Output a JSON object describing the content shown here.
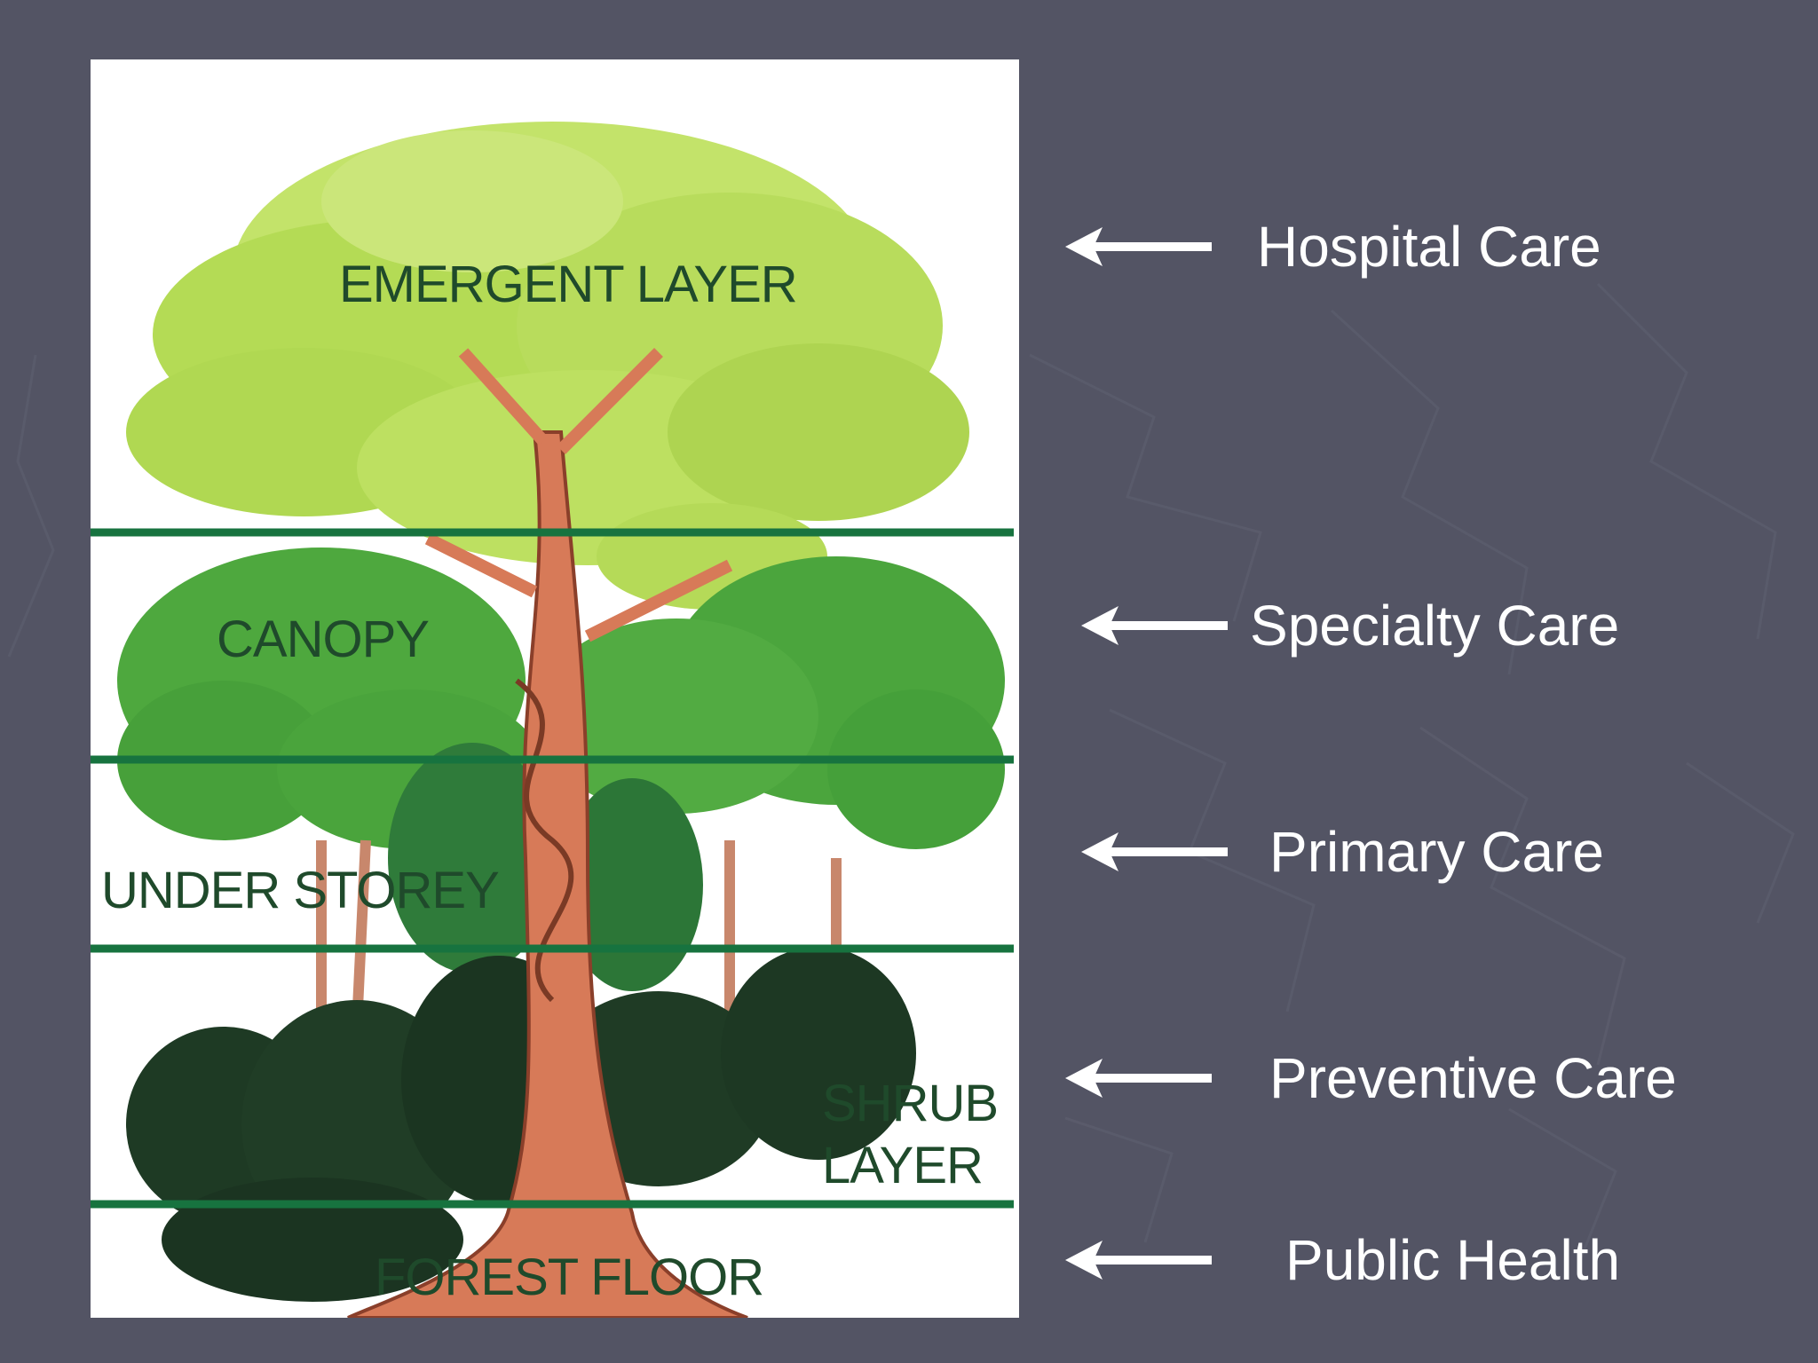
{
  "forest_layers": [
    {
      "label": "EMERGENT LAYER"
    },
    {
      "label": "CANOPY"
    },
    {
      "label": "UNDER STOREY"
    },
    {
      "label": "SHRUB"
    },
    {
      "label": "LAYER"
    },
    {
      "label": "FOREST FLOOR"
    }
  ],
  "care_levels": [
    {
      "label": "Hospital Care"
    },
    {
      "label": "Specialty Care"
    },
    {
      "label": "Primary Care"
    },
    {
      "label": "Preventive Care"
    },
    {
      "label": "Public Health"
    }
  ],
  "colors": {
    "background": "#535464",
    "panel": "#ffffff",
    "divider": "#17733f",
    "emergent_foliage": "#b8de5a",
    "canopy_foliage": "#4faa3e",
    "understorey_foliage": "#2e7a39",
    "shrub_foliage": "#1e3a24",
    "trunk": "#d77a58",
    "arrow": "#ffffff"
  },
  "icons": [
    "left-arrow-icon"
  ]
}
